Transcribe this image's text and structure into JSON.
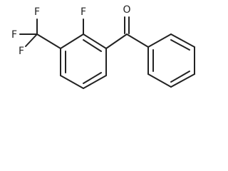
{
  "molecule": {
    "atom_labels": {
      "oxygen": "O",
      "fluorine_ring": "F",
      "fluorine_cf3_top": "F",
      "fluorine_cf3_left": "F",
      "fluorine_cf3_bottom": "F"
    },
    "bond_color": "#222222"
  }
}
